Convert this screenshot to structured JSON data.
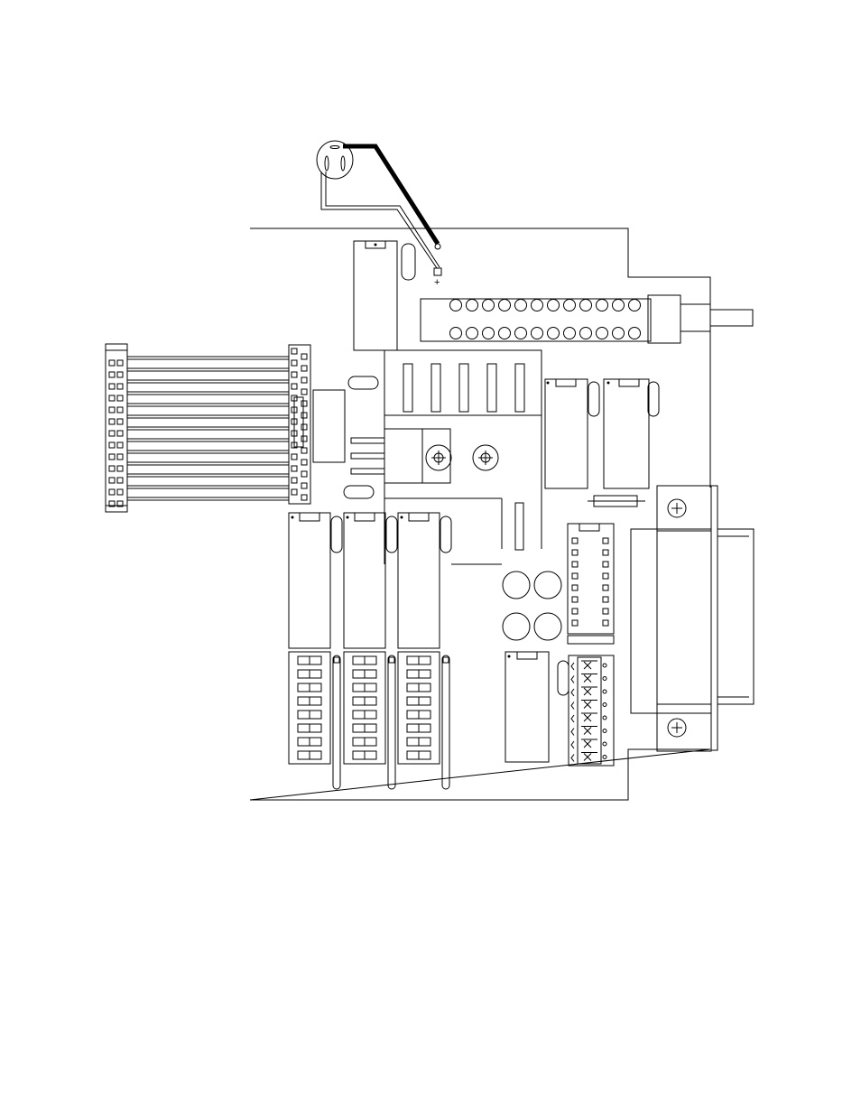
{
  "diagram": {
    "type": "circuit-board-line-drawing",
    "stroke_color": "#000000",
    "background_color": "#ffffff",
    "labels": {
      "polarity_plus": "+"
    },
    "components": {
      "ribbon_cable_conductors": 13,
      "ribbon_header_pin_rows": 13,
      "rca_jack_pins_per_row": 12,
      "ic_chips_with_dip_switch_banks": 3,
      "dip_switches_per_bank": 8,
      "large_round_capacitors": 4,
      "screw_terminal_positions": 8,
      "socket_pins_per_side": 8,
      "heatsink_fins": 5
    }
  }
}
